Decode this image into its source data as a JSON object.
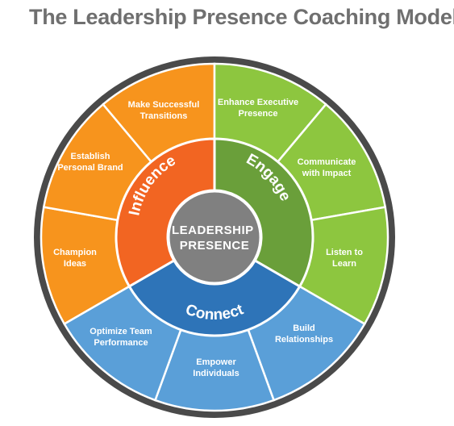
{
  "title": "The Leadership Presence Coaching Model",
  "title_mark": "™",
  "center": {
    "lines": [
      "LEADERSHIP",
      "PRESENCE"
    ]
  },
  "colors": {
    "orange_outer": "#f7941d",
    "orange_inner": "#f26522",
    "green_outer": "#8dc63f",
    "green_inner": "#6a9f3a",
    "blue_outer": "#5a9fd8",
    "blue_inner": "#2e74b8",
    "rim": "#4a4a4a",
    "hub": "#808080"
  },
  "pillars": [
    {
      "id": "influence",
      "label": "Influence",
      "color": "orange",
      "outcomes": [
        {
          "lines": [
            "Champion",
            "Ideas"
          ]
        },
        {
          "lines": [
            "Establish",
            "Personal Brand"
          ]
        },
        {
          "lines": [
            "Make Successful",
            "Transitions"
          ]
        }
      ]
    },
    {
      "id": "engage",
      "label": "Engage",
      "color": "green",
      "outcomes": [
        {
          "lines": [
            "Enhance Executive",
            "Presence"
          ]
        },
        {
          "lines": [
            "Communicate",
            "with Impact"
          ]
        },
        {
          "lines": [
            "Listen to",
            "Learn"
          ]
        }
      ]
    },
    {
      "id": "connect",
      "label": "Connect",
      "color": "blue",
      "outcomes": [
        {
          "lines": [
            "Build",
            "Relationships"
          ]
        },
        {
          "lines": [
            "Empower",
            "Individuals"
          ]
        },
        {
          "lines": [
            "Optimize Team",
            "Performance"
          ]
        }
      ]
    }
  ]
}
